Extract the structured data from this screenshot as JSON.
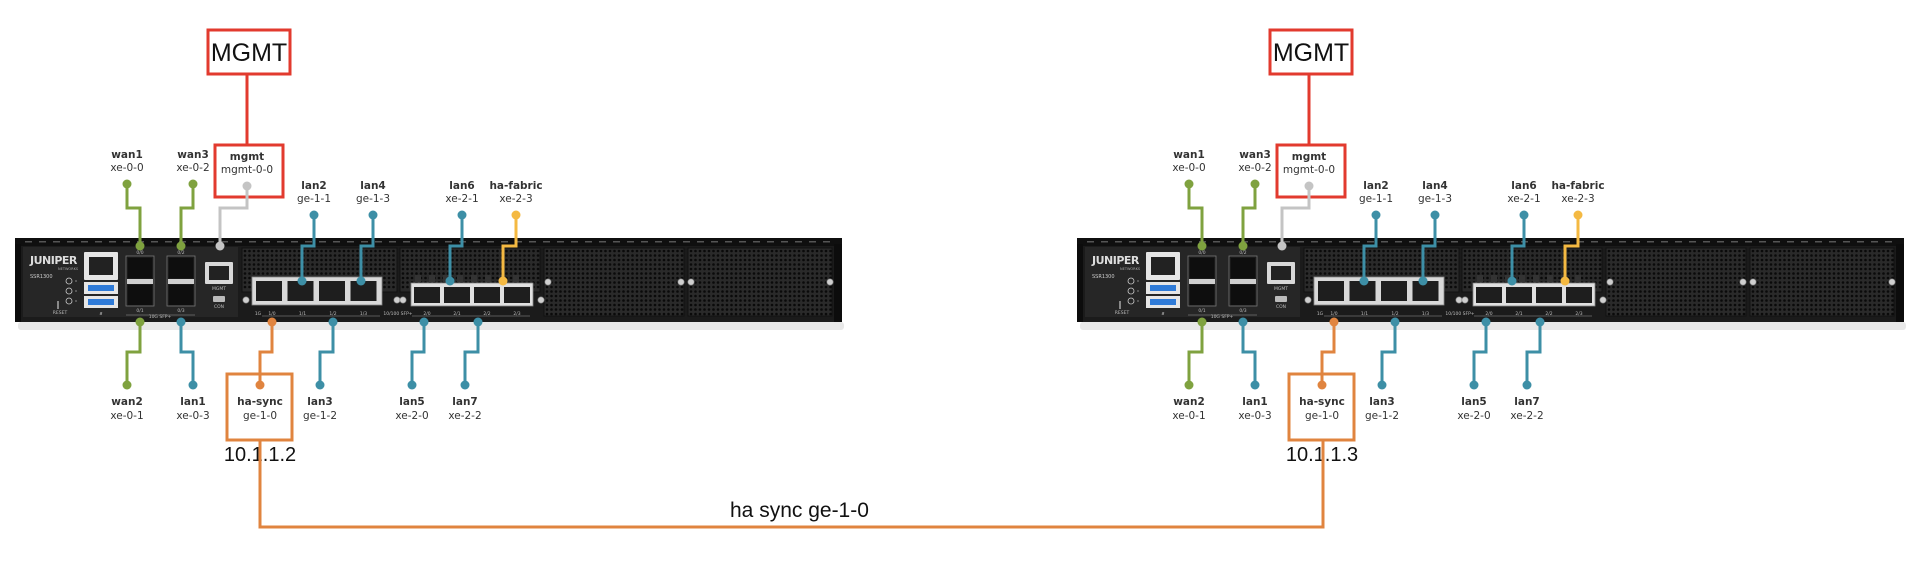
{
  "colors": {
    "wan": "#7fa23f",
    "lan": "#3d8fa6",
    "mgmt": "#c4c4c4",
    "ha_sync": "#e0843f",
    "ha_fabric": "#f4b942",
    "mgmt_box": "#e23a2e",
    "chassis": "#1b1b1b",
    "grille": "#2a2a2a"
  },
  "devices": [
    {
      "id": "node-a",
      "mgmt_box_label": "MGMT",
      "ip": "10.1.1.2",
      "model": "SSR1300",
      "brand": "JUNIPER",
      "brand_sub": "NETWORKS",
      "top_ports": [
        {
          "name": "wan1",
          "iface": "xe-0-0",
          "type": "wan"
        },
        {
          "name": "wan3",
          "iface": "xe-0-2",
          "type": "wan"
        },
        {
          "name": "mgmt",
          "iface": "mgmt-0-0",
          "type": "mgmt"
        },
        {
          "name": "lan2",
          "iface": "ge-1-1",
          "type": "lan"
        },
        {
          "name": "lan4",
          "iface": "ge-1-3",
          "type": "lan"
        },
        {
          "name": "lan6",
          "iface": "xe-2-1",
          "type": "lan"
        },
        {
          "name": "ha-fabric",
          "iface": "xe-2-3",
          "type": "ha_fabric"
        }
      ],
      "bottom_ports": [
        {
          "name": "wan2",
          "iface": "xe-0-1",
          "type": "wan"
        },
        {
          "name": "lan1",
          "iface": "xe-0-3",
          "type": "lan"
        },
        {
          "name": "ha-sync",
          "iface": "ge-1-0",
          "type": "ha_sync"
        },
        {
          "name": "lan3",
          "iface": "ge-1-2",
          "type": "lan"
        },
        {
          "name": "lan5",
          "iface": "xe-2-0",
          "type": "lan"
        },
        {
          "name": "lan7",
          "iface": "xe-2-2",
          "type": "lan"
        }
      ],
      "panel_labels": {
        "sfp_top": [
          "0/0",
          "0/2"
        ],
        "sfp_bottom": [
          "0/1",
          "0/3"
        ],
        "sfp_group": "10G SFP+",
        "mgmt_port": "MGMT",
        "console": "CON",
        "reset": "RESET",
        "ge_ports": [
          "1/0",
          "1/1",
          "1/2",
          "1/3"
        ],
        "ge_group": "1G",
        "xe_ports": [
          "2/0",
          "2/1",
          "2/2",
          "2/3"
        ],
        "xe_group": "10/100 SFP+"
      }
    },
    {
      "id": "node-b",
      "mgmt_box_label": "MGMT",
      "ip": "10.1.1.3",
      "model": "SSR1300",
      "brand": "JUNIPER",
      "brand_sub": "NETWORKS",
      "top_ports": [
        {
          "name": "wan1",
          "iface": "xe-0-0",
          "type": "wan"
        },
        {
          "name": "wan3",
          "iface": "xe-0-2",
          "type": "wan"
        },
        {
          "name": "mgmt",
          "iface": "mgmt-0-0",
          "type": "mgmt"
        },
        {
          "name": "lan2",
          "iface": "ge-1-1",
          "type": "lan"
        },
        {
          "name": "lan4",
          "iface": "ge-1-3",
          "type": "lan"
        },
        {
          "name": "lan6",
          "iface": "xe-2-1",
          "type": "lan"
        },
        {
          "name": "ha-fabric",
          "iface": "xe-2-3",
          "type": "ha_fabric"
        }
      ],
      "bottom_ports": [
        {
          "name": "wan2",
          "iface": "xe-0-1",
          "type": "wan"
        },
        {
          "name": "lan1",
          "iface": "xe-0-3",
          "type": "lan"
        },
        {
          "name": "ha-sync",
          "iface": "ge-1-0",
          "type": "ha_sync"
        },
        {
          "name": "lan3",
          "iface": "ge-1-2",
          "type": "lan"
        },
        {
          "name": "lan5",
          "iface": "xe-2-0",
          "type": "lan"
        },
        {
          "name": "lan7",
          "iface": "xe-2-2",
          "type": "lan"
        }
      ],
      "panel_labels": {
        "sfp_top": [
          "0/0",
          "0/2"
        ],
        "sfp_bottom": [
          "0/1",
          "0/3"
        ],
        "sfp_group": "10G SFP+",
        "mgmt_port": "MGMT",
        "console": "CON",
        "reset": "RESET",
        "ge_ports": [
          "1/0",
          "1/1",
          "1/2",
          "1/3"
        ],
        "ge_group": "1G",
        "xe_ports": [
          "2/0",
          "2/1",
          "2/2",
          "2/3"
        ],
        "xe_group": "10/100 SFP+"
      }
    }
  ],
  "ha_link": {
    "label": "ha sync ge-1-0"
  }
}
